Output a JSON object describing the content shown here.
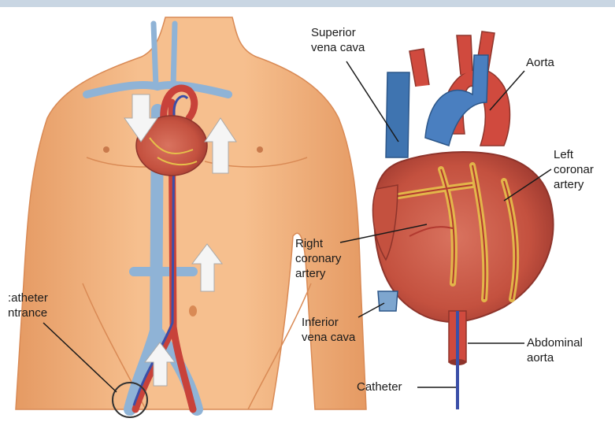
{
  "labels": {
    "superior_vena_cava": {
      "line1": "Superior",
      "line2": "vena cava"
    },
    "aorta": "Aorta",
    "left_coronary_artery": {
      "line1": "Left",
      "line2": "coronar",
      "line3": "artery"
    },
    "right_coronary_artery": {
      "line1": "Right",
      "line2": "coronary",
      "line3": "artery"
    },
    "catheter_entrance": {
      "line1": ":atheter",
      "line2": "ntrance"
    },
    "inferior_vena_cava": {
      "line1": "Inferior",
      "line2": "vena cava"
    },
    "abdominal_aorta": {
      "line1": "Abdominal",
      "line2": "aorta"
    },
    "catheter": "Catheter"
  },
  "colors": {
    "skin": "#f2b27e",
    "skin_shadow": "#d98a55",
    "vein_blue": "#8fb3d6",
    "vein_blue_dark": "#3f74b0",
    "artery_red": "#c8423a",
    "heart_red": "#c95a4c",
    "fat_yellow": "#e6c04a",
    "catheter_blue": "#3b4fa8",
    "arrow_white": "#f5f5f5",
    "top_bar": "#c9d6e3"
  }
}
